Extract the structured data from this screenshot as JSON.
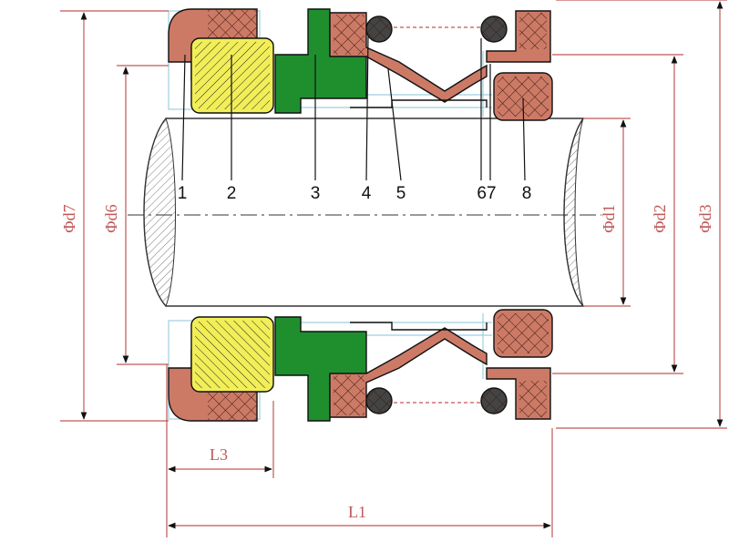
{
  "diagram": {
    "part_numbers": [
      "1",
      "2",
      "3",
      "4",
      "5",
      "67",
      "8"
    ],
    "dimensions": {
      "d1": "Φd1",
      "d2": "Φd2",
      "d3": "Φd3",
      "d6": "Φd6",
      "d7": "Φd7",
      "L1": "L1",
      "L3": "L3"
    },
    "colors": {
      "dimension_line": "#c05858",
      "copper_part": "#cc7a66",
      "yellow_part": "#f2ee58",
      "green_part": "#1f8f2e",
      "outline": "#111111",
      "light_lines": "#9ecfe0",
      "shaft_line": "#333333"
    }
  }
}
